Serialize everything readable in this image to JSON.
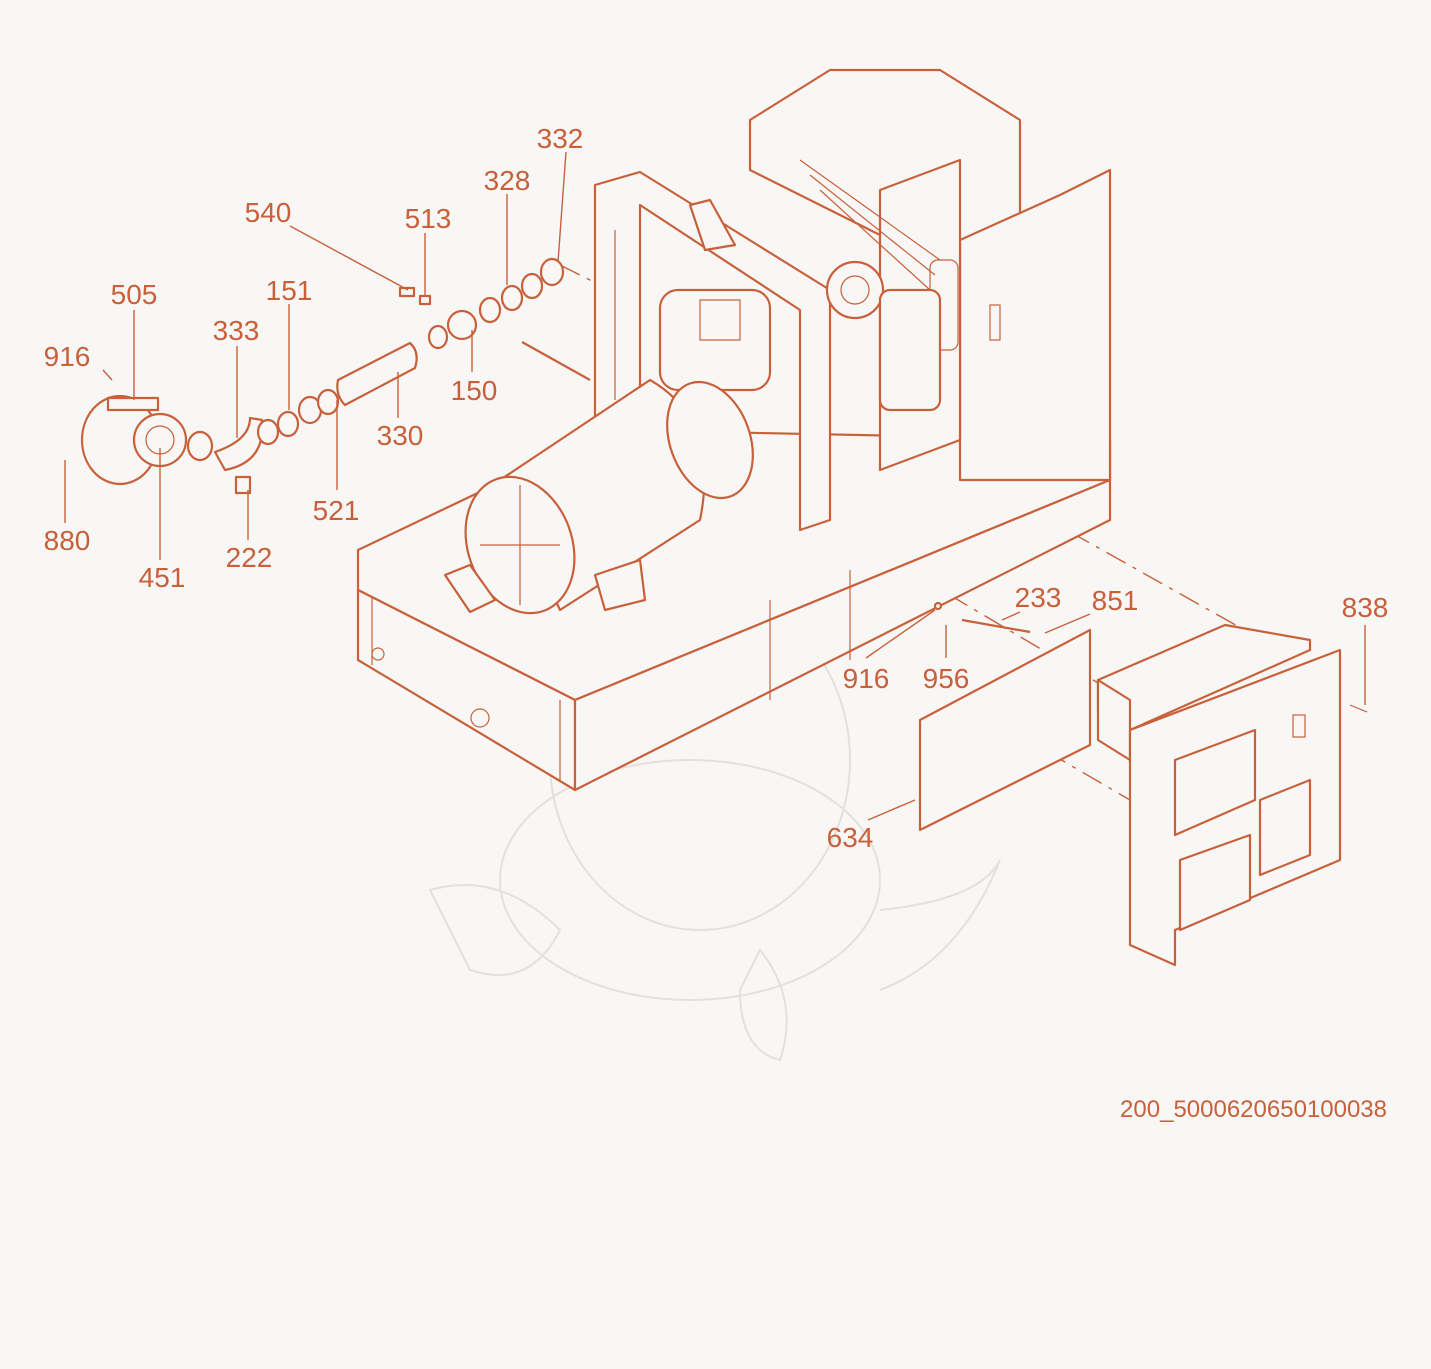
{
  "diagram": {
    "part_labels": [
      {
        "id": "332"
      },
      {
        "id": "328"
      },
      {
        "id": "540"
      },
      {
        "id": "513"
      },
      {
        "id": "505"
      },
      {
        "id": "151"
      },
      {
        "id": "916"
      },
      {
        "id": "333"
      },
      {
        "id": "150"
      },
      {
        "id": "330"
      },
      {
        "id": "521"
      },
      {
        "id": "880"
      },
      {
        "id": "451"
      },
      {
        "id": "222"
      },
      {
        "id": "233"
      },
      {
        "id": "851"
      },
      {
        "id": "838"
      },
      {
        "id": "916"
      },
      {
        "id": "956"
      },
      {
        "id": "634"
      }
    ],
    "doc_id": "200_5000620650100038"
  },
  "colors": {
    "line": "#c8603a",
    "background": "#f8f7f6",
    "watermark": "#e4e0dc"
  }
}
